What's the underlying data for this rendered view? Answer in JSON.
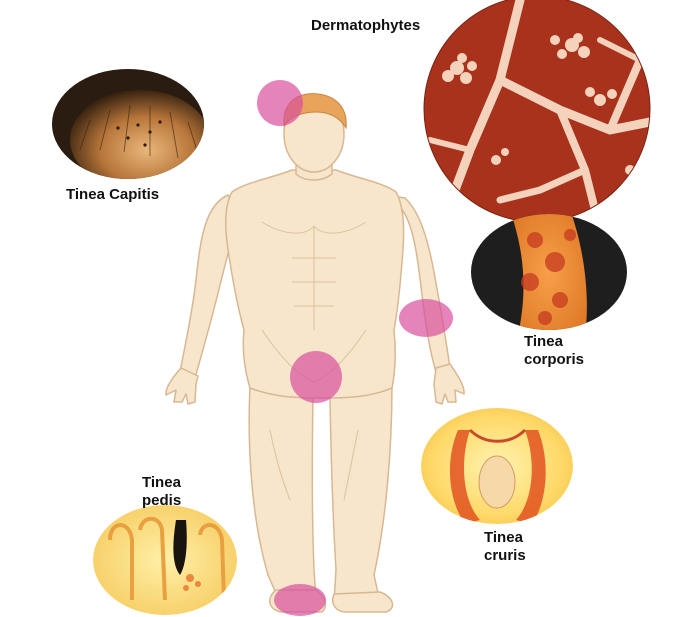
{
  "labels": {
    "dermatophytes": "Dermatophytes",
    "tinea_capitis": "Tinea Capitis",
    "tinea_corporis": [
      "Tinea",
      "corporis"
    ],
    "tinea_pedis": [
      "Tinea",
      "pedis"
    ],
    "tinea_cruris": [
      "Tinea",
      "cruris"
    ]
  },
  "colors": {
    "skin": "#f7e6cc",
    "skin_outline": "#d8b892",
    "hair": "#e8a45a",
    "infection_spot": "#d9509c",
    "fungus_background": "#a8321c",
    "fungus_hyphae": "#f4d2bc"
  }
}
